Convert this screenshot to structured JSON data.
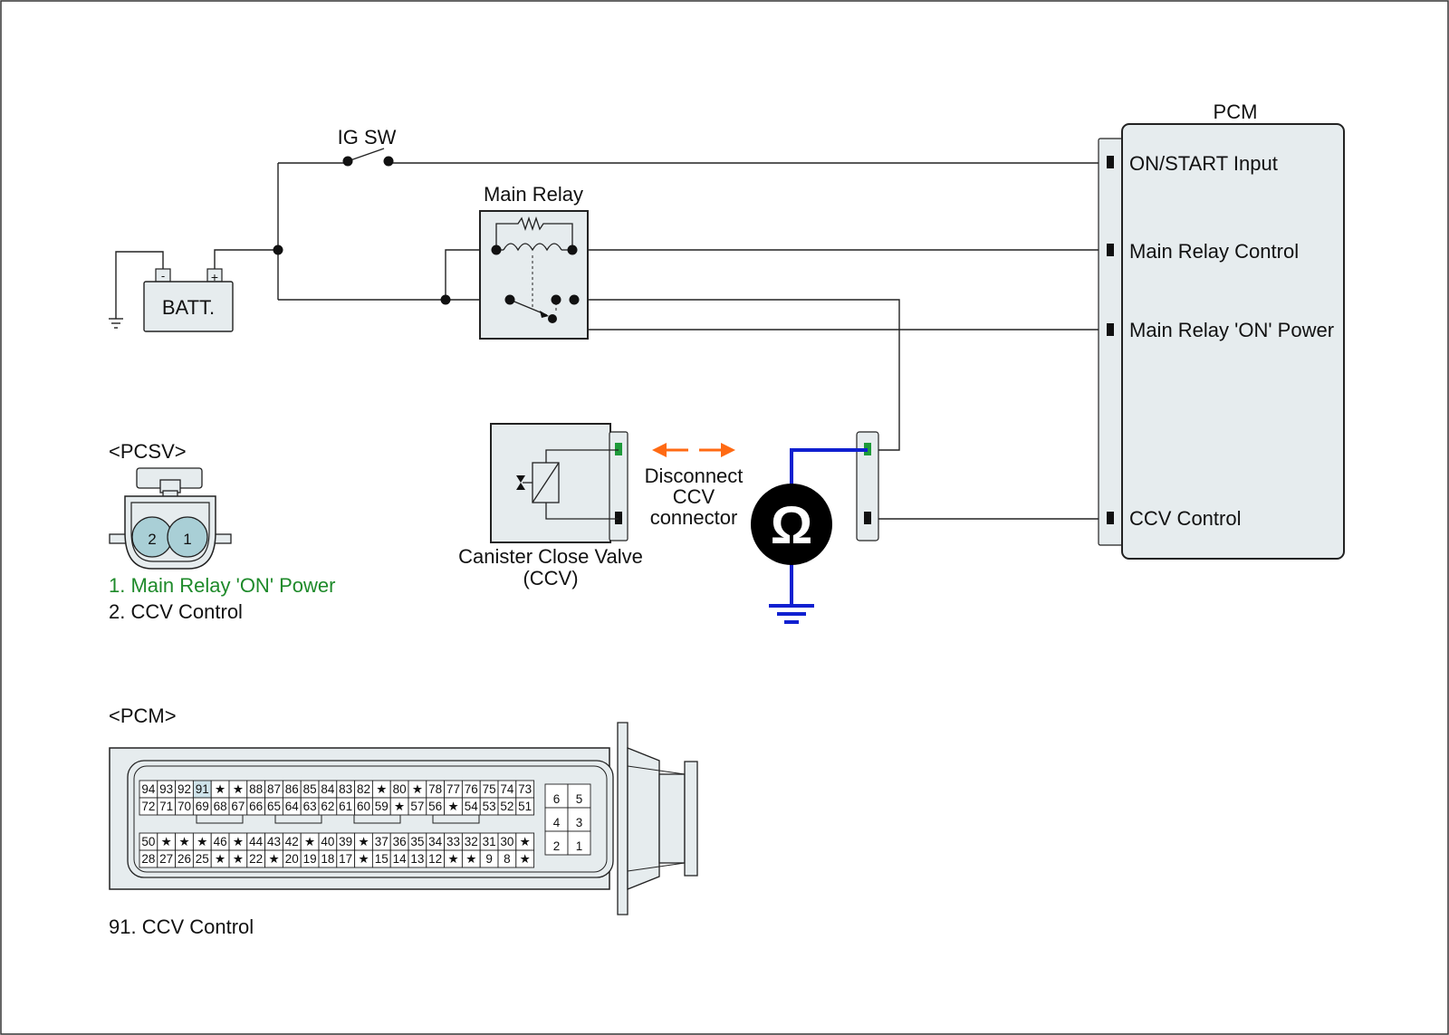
{
  "colors": {
    "wire": "#222222",
    "box_fill": "#e6ecee",
    "meter_wire": "#1020d0",
    "arrow": "#ff6a13",
    "green_text": "#1e8a2a",
    "pin_highlight": "#cfe3ea",
    "pin_green": "#1e9a3a"
  },
  "labels": {
    "ig_sw": "IG SW",
    "main_relay": "Main Relay",
    "batt": "BATT.",
    "batt_minus": "-",
    "batt_plus": "+",
    "pcm": "PCM",
    "ccv_name": "Canister Close Valve",
    "ccv_abbr": "(CCV)",
    "disconnect_1": "Disconnect",
    "disconnect_2": "CCV",
    "disconnect_3": "connector",
    "ohm": "Ω",
    "pcsv_header": "<PCSV>",
    "pcm_header": "<PCM>"
  },
  "pcm_terminals": [
    "ON/START Input",
    "Main Relay Control",
    "Main Relay 'ON' Power",
    "CCV Control"
  ],
  "pcsv_connector": {
    "pins": [
      "2",
      "1"
    ],
    "legend": [
      "1. Main Relay 'ON' Power",
      "2. CCV Control"
    ]
  },
  "pcm_connector": {
    "main_rows": [
      [
        "94",
        "93",
        "92",
        "91",
        "★",
        "★",
        "88",
        "87",
        "86",
        "85",
        "84",
        "83",
        "82",
        "★",
        "80",
        "★",
        "78",
        "77",
        "76",
        "75",
        "74",
        "73"
      ],
      [
        "72",
        "71",
        "70",
        "69",
        "68",
        "67",
        "66",
        "65",
        "64",
        "63",
        "62",
        "61",
        "60",
        "59",
        "★",
        "57",
        "56",
        "★",
        "54",
        "53",
        "52",
        "51"
      ],
      [
        "50",
        "★",
        "★",
        "★",
        "46",
        "★",
        "44",
        "43",
        "42",
        "★",
        "40",
        "39",
        "★",
        "37",
        "36",
        "35",
        "34",
        "33",
        "32",
        "31",
        "30",
        "★"
      ],
      [
        "28",
        "27",
        "26",
        "25",
        "★",
        "★",
        "22",
        "★",
        "20",
        "19",
        "18",
        "17",
        "★",
        "15",
        "14",
        "13",
        "12",
        "★",
        "★",
        "9",
        "8",
        "★"
      ]
    ],
    "small_rows": [
      [
        "6",
        "5"
      ],
      [
        "4",
        "3"
      ],
      [
        "2",
        "1"
      ]
    ],
    "highlight": "91",
    "legend": "91. CCV Control"
  }
}
